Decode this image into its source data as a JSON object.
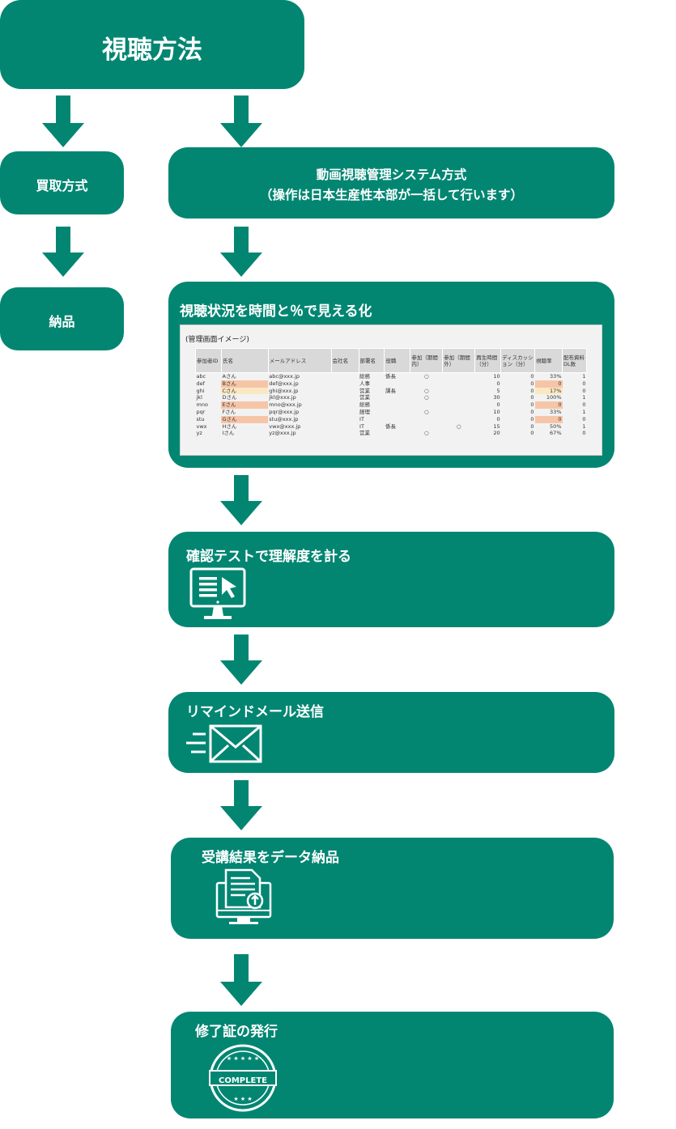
{
  "title": "視聴方法",
  "left_path": {
    "step1": "買取方式",
    "step2": "納品"
  },
  "main_header": {
    "line1": "動画視聴管理システム方式",
    "line2": "（操作は日本生産性本部が一括して行います）"
  },
  "visualize": {
    "title": "視聴状況を時間と％で見える化",
    "caption": "(管理画面イメージ)"
  },
  "table": {
    "headers": [
      "参加者ID",
      "氏名",
      "メールアドレス",
      "会社名",
      "部署名",
      "役職",
      "参加（期間内）",
      "参加（期間外）",
      "再生時間（分）",
      "ディスカッション（分）",
      "視聴率",
      "配布資料DL数"
    ],
    "rows": [
      [
        "abc",
        "Aさん",
        "abc@xxx.jp",
        "",
        "総務",
        "係長",
        "○",
        "",
        "10",
        "0",
        "33%",
        "1"
      ],
      [
        "def",
        "Bさん",
        "def@xxx.jp",
        "",
        "人事",
        "",
        "",
        "",
        "0",
        "0",
        "0",
        "0"
      ],
      [
        "ghi",
        "Cさん",
        "ghi@xxx.jp",
        "",
        "営業",
        "課長",
        "○",
        "",
        "5",
        "0",
        "17%",
        "0"
      ],
      [
        "jkl",
        "Dさん",
        "jkl@xxx.jp",
        "",
        "営業",
        "",
        "○",
        "",
        "30",
        "0",
        "100%",
        "1"
      ],
      [
        "mno",
        "Eさん",
        "mno@xxx.jp",
        "",
        "総務",
        "",
        "",
        "",
        "0",
        "0",
        "0",
        "0"
      ],
      [
        "pqr",
        "Fさん",
        "pqr@xxx.jp",
        "",
        "経理",
        "",
        "○",
        "",
        "10",
        "0",
        "33%",
        "1"
      ],
      [
        "stu",
        "Gさん",
        "stu@xxx.jp",
        "",
        "IT",
        "",
        "",
        "",
        "0",
        "0",
        "0",
        "0"
      ],
      [
        "vwx",
        "Hさん",
        "vwx@xxx.jp",
        "",
        "IT",
        "係長",
        "",
        "○",
        "15",
        "0",
        "50%",
        "1"
      ],
      [
        "yz",
        "Iさん",
        "yz@xxx.jp",
        "",
        "営業",
        "",
        "○",
        "",
        "20",
        "0",
        "67%",
        "0"
      ]
    ]
  },
  "steps": {
    "test": "確認テストで理解度を計る",
    "remind": "リマインドメール送信",
    "results": "受講結果をデータ納品",
    "certificate": "修了証の発行"
  },
  "badge_text": "COMPLETE",
  "colors": {
    "primary": "#028672",
    "highlight_orange": "#f6c5a8",
    "highlight_yellow": "#fbe8c2"
  }
}
